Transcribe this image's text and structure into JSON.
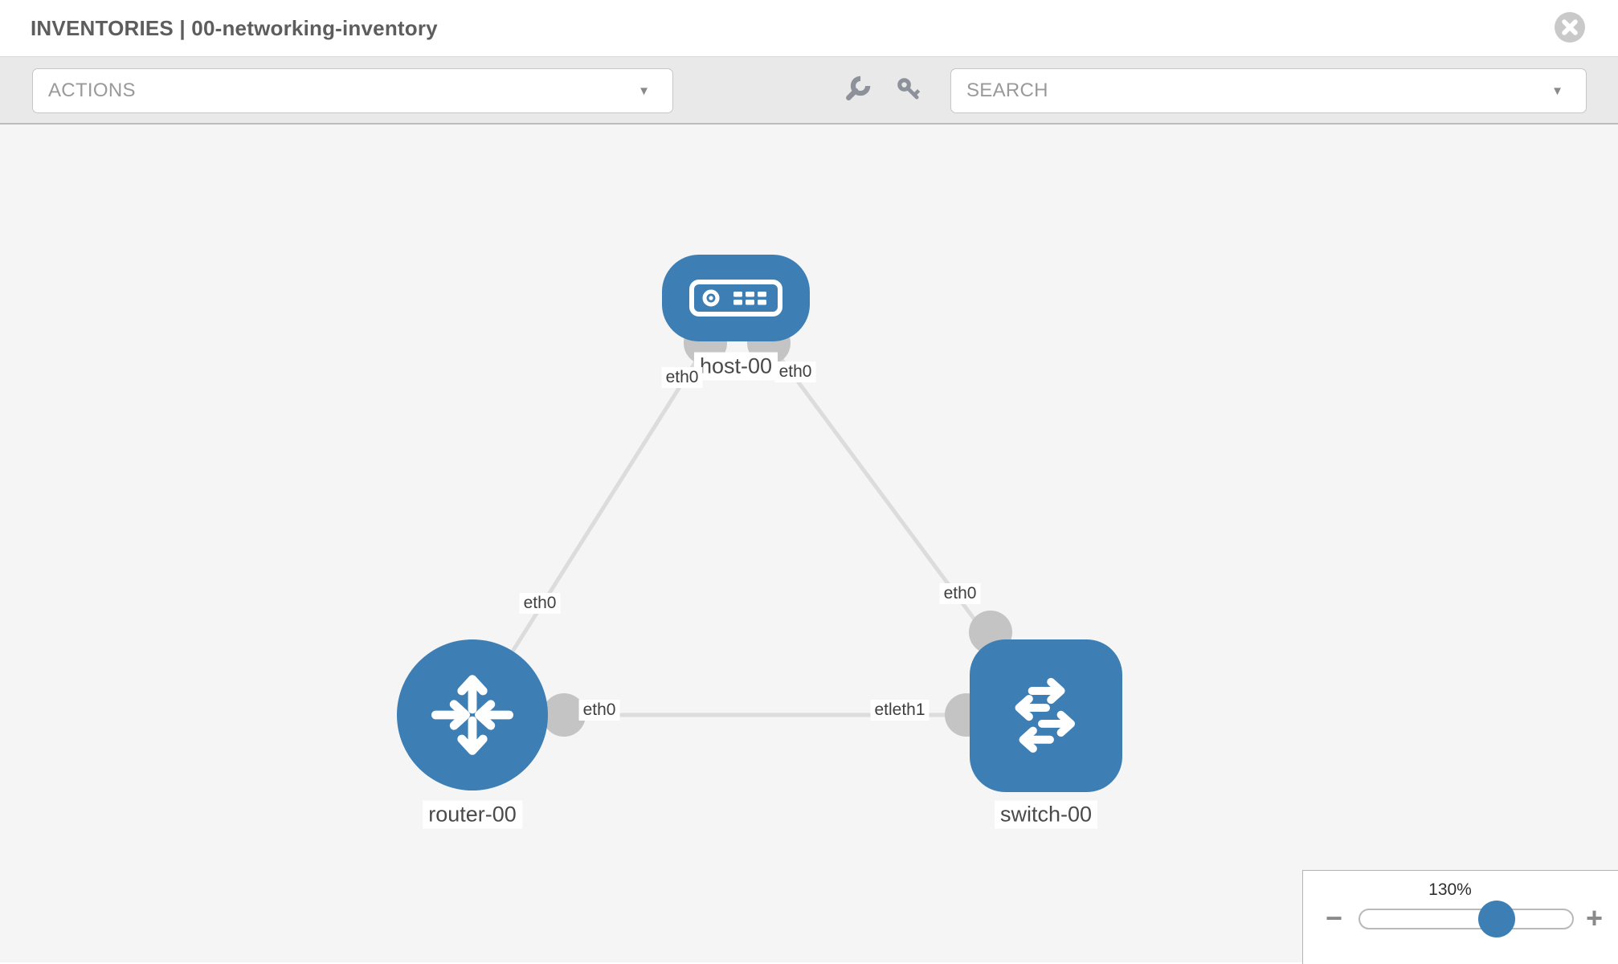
{
  "header": {
    "title": "INVENTORIES | 00-networking-inventory"
  },
  "toolbar": {
    "actions_label": "ACTIONS",
    "search_label": "SEARCH",
    "icons": [
      "wrench-icon",
      "key-icon"
    ]
  },
  "colors": {
    "node_blue": "#3d7fb5",
    "link_gray": "#dcdcdc",
    "connector_gray": "#c4c4c4",
    "canvas_bg": "#f4f5f4",
    "toolbar_bg": "#e9e9e9"
  },
  "topology": {
    "nodes": [
      {
        "id": "host-00",
        "type": "host",
        "label": "host-00",
        "icon": "host-icon"
      },
      {
        "id": "router-00",
        "type": "router",
        "label": "router-00",
        "icon": "router-icon"
      },
      {
        "id": "switch-00",
        "type": "switch",
        "label": "switch-00",
        "icon": "switch-icon"
      }
    ],
    "interfaces": [
      {
        "label": "eth0"
      },
      {
        "label": "eth0"
      },
      {
        "label": "eth0"
      },
      {
        "label": "eth0"
      },
      {
        "label": "eth0"
      },
      {
        "label": "etleth1"
      }
    ],
    "links": [
      {
        "from": "host-00",
        "to": "router-00"
      },
      {
        "from": "host-00",
        "to": "switch-00"
      },
      {
        "from": "router-00",
        "to": "switch-00"
      }
    ]
  },
  "zoom_control": {
    "level": "130%",
    "minus_label": "−",
    "plus_label": "+"
  }
}
